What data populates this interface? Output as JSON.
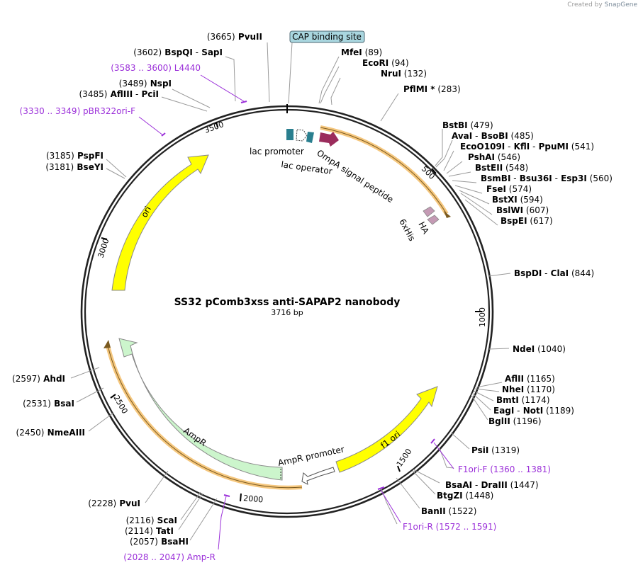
{
  "branding": {
    "created_by": "Created by",
    "product": "SnapGene"
  },
  "plasmid": {
    "name": "SS32 pComb3xss anti-SAPAP2 nanobody",
    "length_label": "3716 bp",
    "length": 3716
  },
  "ticks": [
    {
      "label": "500",
      "pos": 500
    },
    {
      "label": "1000",
      "pos": 1000
    },
    {
      "label": "1500",
      "pos": 1500
    },
    {
      "label": "2000",
      "pos": 2000
    },
    {
      "label": "2500",
      "pos": 2500
    },
    {
      "label": "3000",
      "pos": 3000
    },
    {
      "label": "3500",
      "pos": 3500
    }
  ],
  "features": [
    {
      "name": "ori",
      "label": "ori",
      "start": 3430,
      "end": 2850,
      "color": "#ffff00"
    },
    {
      "name": "ampr",
      "label": "AmpR",
      "start": 1950,
      "end": 2545,
      "color": "#ccf5cc"
    },
    {
      "name": "ampr-promoter",
      "label": "AmpR promoter",
      "start": 1845,
      "end": 1950,
      "color": "#ffffff"
    },
    {
      "name": "f1-ori",
      "label": "f1 ori",
      "start": 1840,
      "end": 1380,
      "color": "#ffff00"
    },
    {
      "name": "lac-promoter",
      "label": "lac promoter",
      "color": "#2a7f8f"
    },
    {
      "name": "lac-operator",
      "label": "lac operator",
      "color": "#ffffff"
    },
    {
      "name": "ompa-signal-peptide",
      "label": "OmpA signal peptide",
      "color": "#9b2c5c"
    },
    {
      "name": "6xhis",
      "label": "6xHis",
      "color": "#c49ab4"
    },
    {
      "name": "ha",
      "label": "HA",
      "color": "#c49ab4"
    }
  ],
  "cap_site": {
    "label": "CAP binding site"
  },
  "enzymes": [
    {
      "id": "pvuii-top",
      "parts": [
        [
          "pos",
          "(3665)"
        ],
        [
          "name",
          "PvuII"
        ]
      ]
    },
    {
      "id": "bspqi",
      "parts": [
        [
          "pos",
          "(3602)"
        ],
        [
          "name",
          "BspQI"
        ],
        [
          "sep",
          "-"
        ],
        [
          "name",
          "SapI"
        ]
      ]
    },
    {
      "id": "nspi",
      "parts": [
        [
          "pos",
          "(3489)"
        ],
        [
          "name",
          "NspI"
        ]
      ]
    },
    {
      "id": "aflIII-pcii",
      "parts": [
        [
          "pos",
          "(3485)"
        ],
        [
          "name",
          "AflIII"
        ],
        [
          "sep",
          "-"
        ],
        [
          "name",
          "PciI"
        ]
      ]
    },
    {
      "id": "pspfi",
      "parts": [
        [
          "pos",
          "(3185)"
        ],
        [
          "name",
          "PspFI"
        ]
      ]
    },
    {
      "id": "bseyi",
      "parts": [
        [
          "pos",
          "(3181)"
        ],
        [
          "name",
          "BseYI"
        ]
      ]
    },
    {
      "id": "mfei",
      "parts": [
        [
          "name",
          "MfeI"
        ],
        [
          "pos",
          "(89)"
        ]
      ]
    },
    {
      "id": "ecori",
      "parts": [
        [
          "name",
          "EcoRI"
        ],
        [
          "pos",
          "(94)"
        ]
      ]
    },
    {
      "id": "nrui",
      "parts": [
        [
          "name",
          "NruI"
        ],
        [
          "pos",
          "(132)"
        ]
      ]
    },
    {
      "id": "pflmi",
      "parts": [
        [
          "name",
          "PflMI *"
        ],
        [
          "pos",
          "(283)"
        ]
      ]
    },
    {
      "id": "bstbi",
      "parts": [
        [
          "name",
          "BstBI"
        ],
        [
          "pos",
          "(479)"
        ]
      ]
    },
    {
      "id": "avai",
      "parts": [
        [
          "name",
          "AvaI"
        ],
        [
          "sep",
          "-"
        ],
        [
          "name",
          "BsoBI"
        ],
        [
          "pos",
          "(485)"
        ]
      ]
    },
    {
      "id": "eco0109i",
      "parts": [
        [
          "name",
          "EcoO109I"
        ],
        [
          "sep",
          "-"
        ],
        [
          "name",
          "KflI"
        ],
        [
          "sep",
          "-"
        ],
        [
          "name",
          "PpuMI"
        ],
        [
          "pos",
          "(541)"
        ]
      ]
    },
    {
      "id": "pshai",
      "parts": [
        [
          "name",
          "PshAI"
        ],
        [
          "pos",
          "(546)"
        ]
      ]
    },
    {
      "id": "bsteii",
      "parts": [
        [
          "name",
          "BstEII"
        ],
        [
          "pos",
          "(548)"
        ]
      ]
    },
    {
      "id": "bsmbi",
      "parts": [
        [
          "name",
          "BsmBI"
        ],
        [
          "sep",
          "-"
        ],
        [
          "name",
          "Bsu36I"
        ],
        [
          "sep",
          "-"
        ],
        [
          "name",
          "Esp3I"
        ],
        [
          "pos",
          "(560)"
        ]
      ]
    },
    {
      "id": "fsei",
      "parts": [
        [
          "name",
          "FseI"
        ],
        [
          "pos",
          "(574)"
        ]
      ]
    },
    {
      "id": "bstxi",
      "parts": [
        [
          "name",
          "BstXI"
        ],
        [
          "pos",
          "(594)"
        ]
      ]
    },
    {
      "id": "bslwi",
      "parts": [
        [
          "name",
          "BslWI"
        ],
        [
          "pos",
          "(607)"
        ]
      ]
    },
    {
      "id": "bspei",
      "parts": [
        [
          "name",
          "BspEI"
        ],
        [
          "pos",
          "(617)"
        ]
      ]
    },
    {
      "id": "bspdi",
      "parts": [
        [
          "name",
          "BspDI"
        ],
        [
          "sep",
          "-"
        ],
        [
          "name",
          "ClaI"
        ],
        [
          "pos",
          "(844)"
        ]
      ]
    },
    {
      "id": "ndei",
      "parts": [
        [
          "name",
          "NdeI"
        ],
        [
          "pos",
          "(1040)"
        ]
      ]
    },
    {
      "id": "afliii-r",
      "parts": [
        [
          "name",
          "AflII"
        ],
        [
          "pos",
          "(1165)"
        ]
      ]
    },
    {
      "id": "nhei",
      "parts": [
        [
          "name",
          "NheI"
        ],
        [
          "pos",
          "(1170)"
        ]
      ]
    },
    {
      "id": "bmti",
      "parts": [
        [
          "name",
          "BmtI"
        ],
        [
          "pos",
          "(1174)"
        ]
      ]
    },
    {
      "id": "eagi",
      "parts": [
        [
          "name",
          "EagI"
        ],
        [
          "sep",
          "-"
        ],
        [
          "name",
          "NotI"
        ],
        [
          "pos",
          "(1189)"
        ]
      ]
    },
    {
      "id": "bglii",
      "parts": [
        [
          "name",
          "BglII"
        ],
        [
          "pos",
          "(1196)"
        ]
      ]
    },
    {
      "id": "psti",
      "parts": [
        [
          "name",
          "PsiI"
        ],
        [
          "pos",
          "(1319)"
        ]
      ]
    },
    {
      "id": "bsaai",
      "parts": [
        [
          "name",
          "BsaAI"
        ],
        [
          "sep",
          "-"
        ],
        [
          "name",
          "DraIII"
        ],
        [
          "pos",
          "(1447)"
        ]
      ]
    },
    {
      "id": "btgzi",
      "parts": [
        [
          "name",
          "BtgZI"
        ],
        [
          "pos",
          "(1448)"
        ]
      ]
    },
    {
      "id": "banii",
      "parts": [
        [
          "name",
          "BanII"
        ],
        [
          "pos",
          "(1522)"
        ]
      ]
    },
    {
      "id": "ahdi",
      "parts": [
        [
          "pos",
          "(2597)"
        ],
        [
          "name",
          "AhdI"
        ]
      ]
    },
    {
      "id": "bsai",
      "parts": [
        [
          "pos",
          "(2531)"
        ],
        [
          "name",
          "BsaI"
        ]
      ]
    },
    {
      "id": "nmeaiii",
      "parts": [
        [
          "pos",
          "(2450)"
        ],
        [
          "name",
          "NmeAIII"
        ]
      ]
    },
    {
      "id": "pvui",
      "parts": [
        [
          "pos",
          "(2228)"
        ],
        [
          "name",
          "PvuI"
        ]
      ]
    },
    {
      "id": "scai",
      "parts": [
        [
          "pos",
          "(2116)"
        ],
        [
          "name",
          "ScaI"
        ]
      ]
    },
    {
      "id": "tati",
      "parts": [
        [
          "pos",
          "(2114)"
        ],
        [
          "name",
          "TatI"
        ]
      ]
    },
    {
      "id": "bsahi",
      "parts": [
        [
          "pos",
          "(2057)"
        ],
        [
          "name",
          "BsaHI"
        ]
      ]
    }
  ],
  "primers": [
    {
      "id": "l4440",
      "text": "(3583 .. 3600)  L4440"
    },
    {
      "id": "pbr322ori-f",
      "text": "(3330 .. 3349)  pBR322ori-F"
    },
    {
      "id": "f1ori-f",
      "text": "F1ori-F    (1360 .. 1381)"
    },
    {
      "id": "f1ori-r",
      "text": "F1ori-R    (1572 .. 1591)"
    },
    {
      "id": "amp-r",
      "text": "(2028 .. 2047)  Amp-R"
    }
  ],
  "colors": {
    "backbone": "#222222",
    "enzyme_text": "#000000",
    "primer": "#9b30d9",
    "leader": "#9a9a9a",
    "highlight": "#f5c77e",
    "cap_fill": "#a9d6df"
  }
}
